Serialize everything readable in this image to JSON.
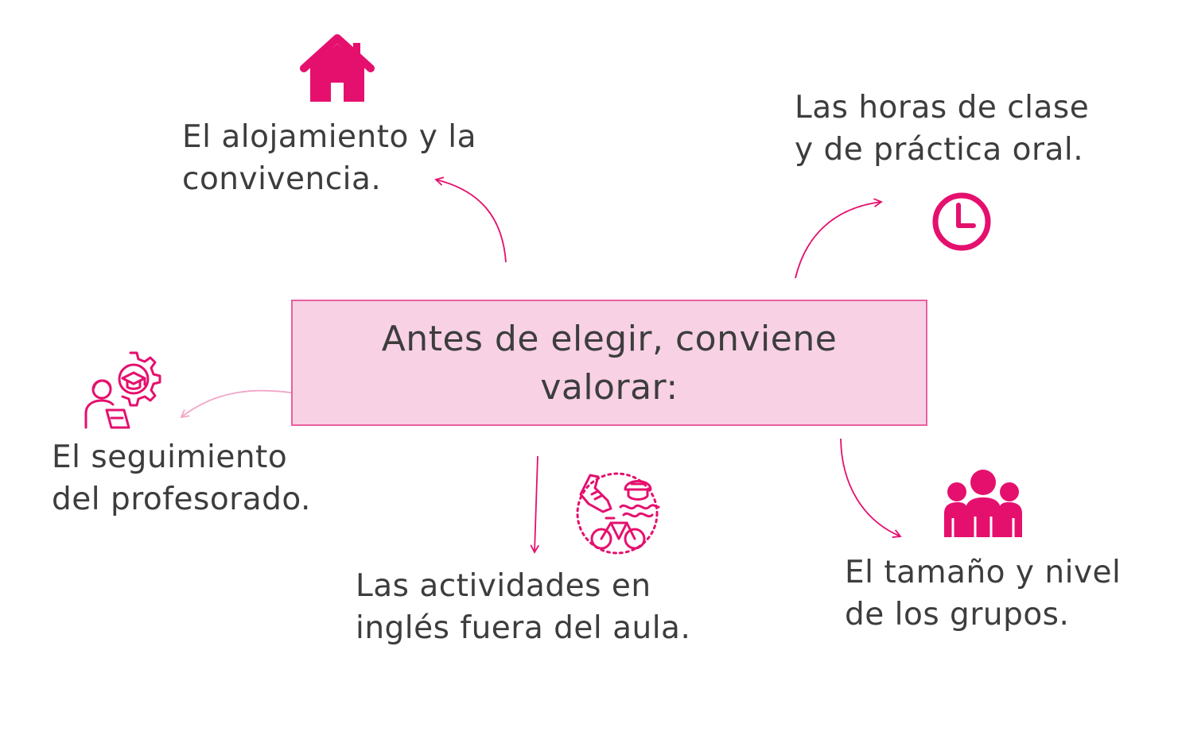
{
  "center": {
    "line1": "Antes de elegir, conviene",
    "line2": "valorar:"
  },
  "items": [
    {
      "icon": "house-icon",
      "line1": "El alojamiento y la",
      "line2": "convivencia."
    },
    {
      "icon": "clock-icon",
      "line1": "Las horas de clase",
      "line2": "y de práctica oral."
    },
    {
      "icon": "teacher-gear-icon",
      "line1": "El seguimiento",
      "line2": "del profesorado."
    },
    {
      "icon": "activities-icon",
      "line1": "Las actividades en",
      "line2": "inglés fuera del aula."
    },
    {
      "icon": "group-icon",
      "line1": "El tamaño y nivel",
      "line2": "de los grupos."
    }
  ],
  "colors": {
    "accent": "#e5106e",
    "box_fill": "#f8d1e5",
    "box_border": "#e8609f",
    "faded_arrow": "#f2a6c8",
    "text": "#3d3d3d"
  }
}
